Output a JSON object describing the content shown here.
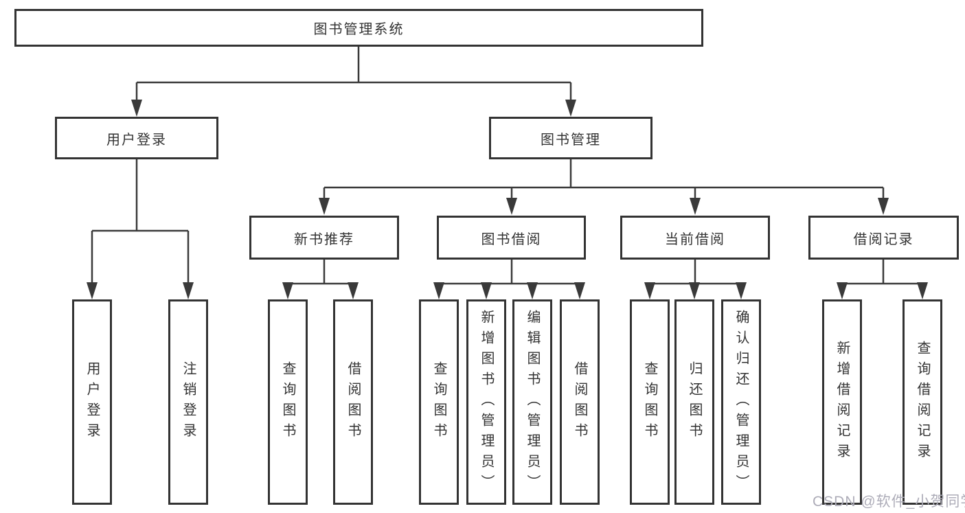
{
  "colors": {
    "line": "#3a3a3a",
    "box_border": "#333333",
    "text": "#333333",
    "watermark": "#adacb8",
    "background": "#ffffff"
  },
  "watermark": {
    "text": "CSDN @软件_小贺同学"
  },
  "tree": {
    "label": "图书管理系统",
    "children": [
      {
        "label": "用户登录",
        "children": [
          {
            "label": "用户登录"
          },
          {
            "label": "注销登录"
          }
        ]
      },
      {
        "label": "图书管理",
        "children": [
          {
            "label": "新书推荐",
            "children": [
              {
                "label": "查询图书"
              },
              {
                "label": "借阅图书"
              }
            ]
          },
          {
            "label": "图书借阅",
            "children": [
              {
                "label": "查询图书"
              },
              {
                "label": "新增图书（管理员）"
              },
              {
                "label": "编辑图书（管理员）"
              },
              {
                "label": "借阅图书"
              }
            ]
          },
          {
            "label": "当前借阅",
            "children": [
              {
                "label": "查询图书"
              },
              {
                "label": "归还图书"
              },
              {
                "label": "确认归还（管理员）"
              }
            ]
          },
          {
            "label": "借阅记录",
            "children": [
              {
                "label": "新增借阅记录"
              },
              {
                "label": "查询借阅记录"
              }
            ]
          }
        ]
      }
    ]
  }
}
